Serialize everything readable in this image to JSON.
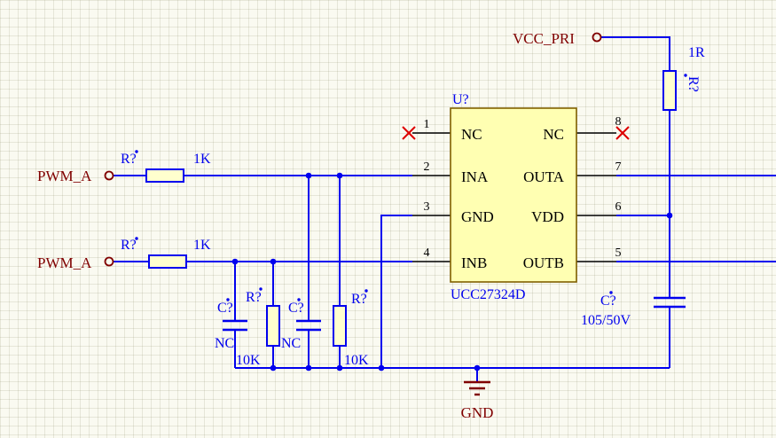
{
  "colors": {
    "background": "#FAFAF1",
    "wire": "#0000EE",
    "component_graphic": "#0000EE",
    "component_text": "#0000EE",
    "net_label": "#800000",
    "pin_text": "#000000",
    "ic_fill": "#FFFFB2",
    "ic_border": "#806000",
    "no_erc_cross": "#DD0000"
  },
  "ic": {
    "designator": "U?",
    "part_number": "UCC27324D",
    "left_pins": [
      {
        "number": "1",
        "name": "NC"
      },
      {
        "number": "2",
        "name": "INA"
      },
      {
        "number": "3",
        "name": "GND"
      },
      {
        "number": "4",
        "name": "INB"
      }
    ],
    "right_pins": [
      {
        "number": "8",
        "name": "NC"
      },
      {
        "number": "7",
        "name": "OUTA"
      },
      {
        "number": "6",
        "name": "VDD"
      },
      {
        "number": "5",
        "name": "OUTB"
      }
    ]
  },
  "ports": {
    "vcc_pri": "VCC_PRI",
    "pwm_a_top": "PWM_A",
    "pwm_a_bottom": "PWM_A",
    "gnd": "GND"
  },
  "resistors": {
    "r_vcc": {
      "designator": "R?",
      "value": "1R"
    },
    "r_ina": {
      "designator": "R?",
      "value": "1K"
    },
    "r_inb": {
      "designator": "R?",
      "value": "1K"
    },
    "r_inb_pull": {
      "designator": "R?",
      "value": "10K"
    },
    "r_ina_pull": {
      "designator": "R?",
      "value": "10K"
    }
  },
  "capacitors": {
    "c_inb": {
      "designator": "C?",
      "value": "NC"
    },
    "c_ina": {
      "designator": "C?",
      "value": "NC"
    },
    "c_vdd": {
      "designator": "C?",
      "value": "105/50V"
    }
  }
}
